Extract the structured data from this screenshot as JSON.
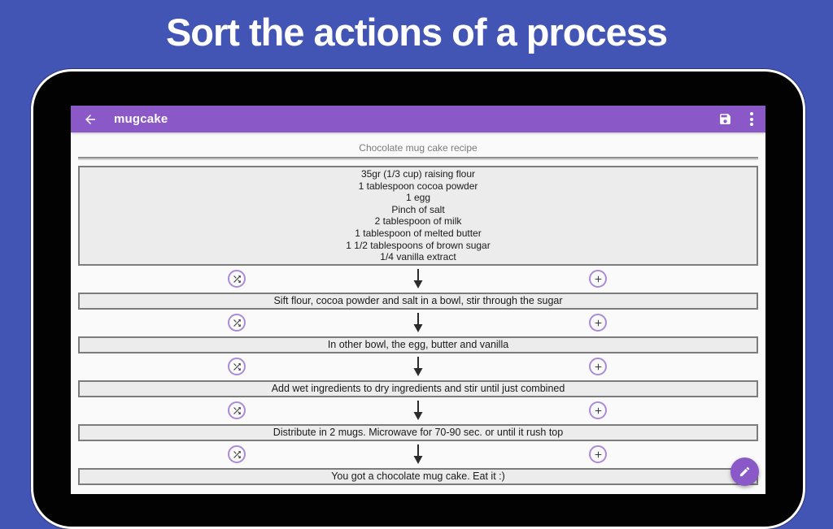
{
  "banner": {
    "title": "Sort the actions of a process"
  },
  "app": {
    "toolbar": {
      "title": "mugcake",
      "back_icon": "arrow-left",
      "save_icon": "floppy-disk",
      "overflow_icon": "vertical-dots"
    },
    "header": {
      "title": "Chocolate mug cake recipe"
    },
    "ingredients": {
      "lines": [
        "35gr (1/3 cup) raising flour",
        "1 tablespoon cocoa powder",
        "1 egg",
        "Pinch of salt",
        "2 tablespoon of milk",
        "1 tablespoon of melted butter",
        "1 1/2 tablespoons of brown sugar",
        "1/4 vanilla extract"
      ]
    },
    "steps": [
      "Sift flour, cocoa powder and salt in a bowl, stir through the sugar",
      "In other bowl, the egg, butter and vanilla",
      "Add wet ingredients to dry ingredients and stir until just combined",
      "Distribute in 2 mugs. Microwave for 70-90 sec. or until it rush top",
      "You got a chocolate mug cake. Eat it :)"
    ],
    "connector_icons": {
      "swap": "shuffle",
      "add": "plus",
      "flow": "down-arrow"
    },
    "fab": {
      "icon": "pencil"
    }
  },
  "colors": {
    "background_blue": "#4254b4",
    "toolbar_purple": "#8b58c7",
    "fab_purple": "#8b58c7",
    "circle_outline_purple": "#ab8bd8",
    "box_fill": "#ececec",
    "box_border": "#7c7c7c",
    "muted_text": "#7b7b7b"
  }
}
